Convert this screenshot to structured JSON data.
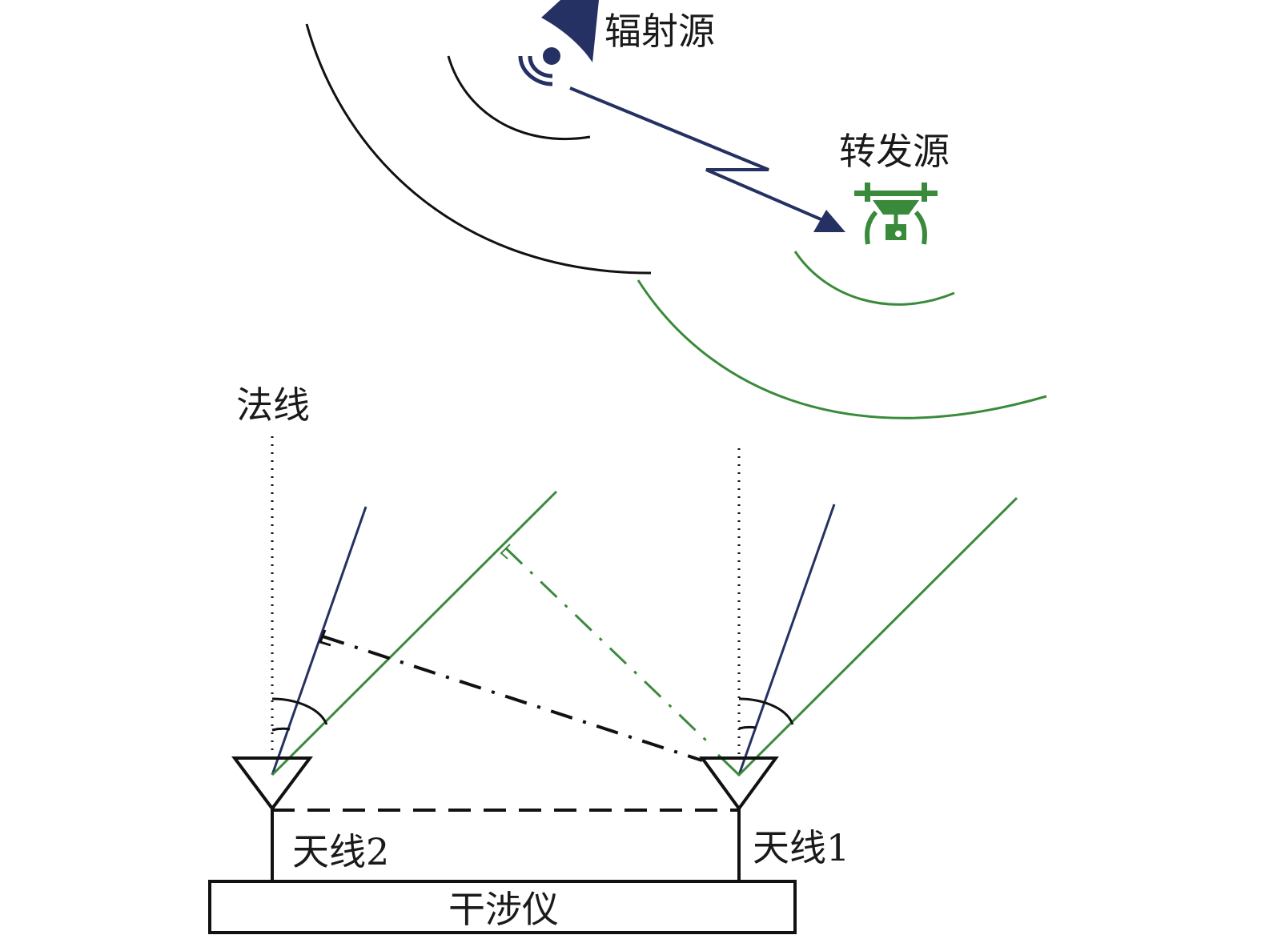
{
  "labels": {
    "radiation_source": "辐射源",
    "relay_source": "转发源",
    "normal_line": "法线",
    "antenna2": "天线2",
    "antenna1": "天线1",
    "interferometer": "干涉仪"
  },
  "colors": {
    "navy": "#253162",
    "green": "#3a8a3c",
    "black": "#111111"
  }
}
